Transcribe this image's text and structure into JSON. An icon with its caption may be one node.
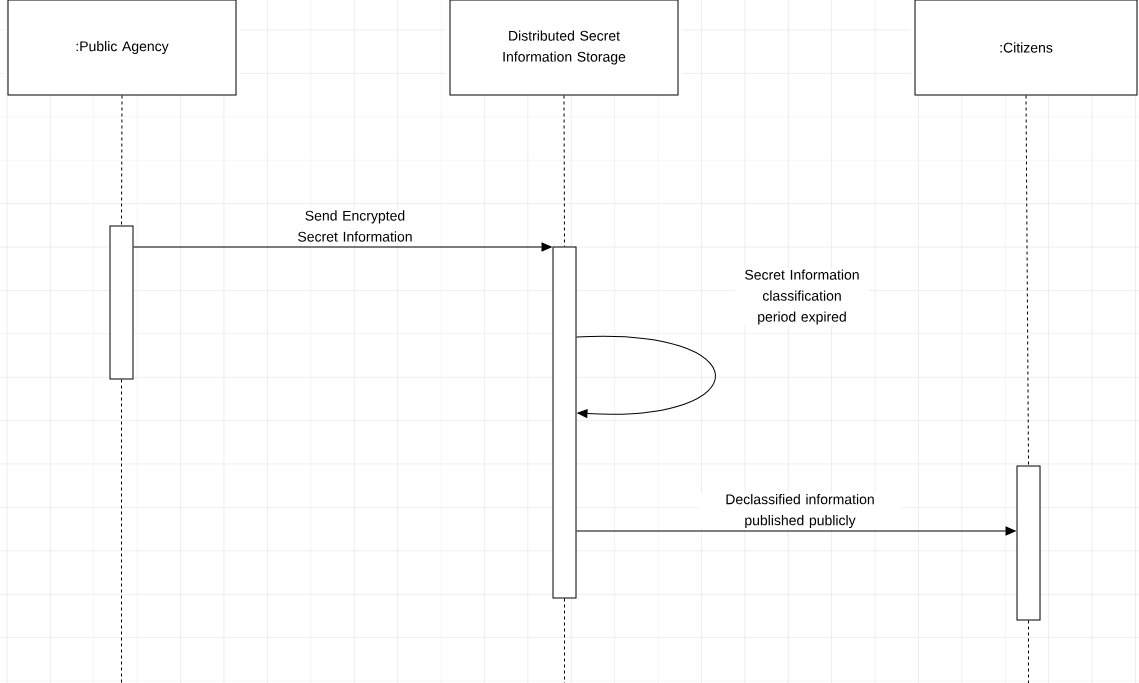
{
  "diagram": {
    "nodes": [
      {
        "text": [
          ":Public Agency"
        ]
      },
      {
        "text": [
          "Distributed Secret Information Storage"
        ]
      },
      {
        "text": [
          ":Citizens"
        ]
      },
      {
        "text": [],
        "shape": "bar"
      },
      {
        "text": [],
        "shape": "bar"
      },
      {
        "text": [],
        "shape": "bar"
      }
    ],
    "edges": [
      {
        "from": 0,
        "to": 3,
        "arrow": "none",
        "style": "dashed"
      },
      {
        "from": 1,
        "to": 4,
        "arrow": "none",
        "style": "dashed"
      },
      {
        "from": 2,
        "to": 5,
        "arrow": "none",
        "style": "dashed"
      },
      {
        "from": 3,
        "to": 4,
        "arrow": "to",
        "label": "Send Encrypted Secret Information"
      },
      {
        "from": 4,
        "to": 4,
        "arrow": "to",
        "label": "Secret Information classification period expired"
      },
      {
        "from": 4,
        "to": 5,
        "arrow": "to",
        "label": "Declassified information published publicly"
      }
    ]
  }
}
